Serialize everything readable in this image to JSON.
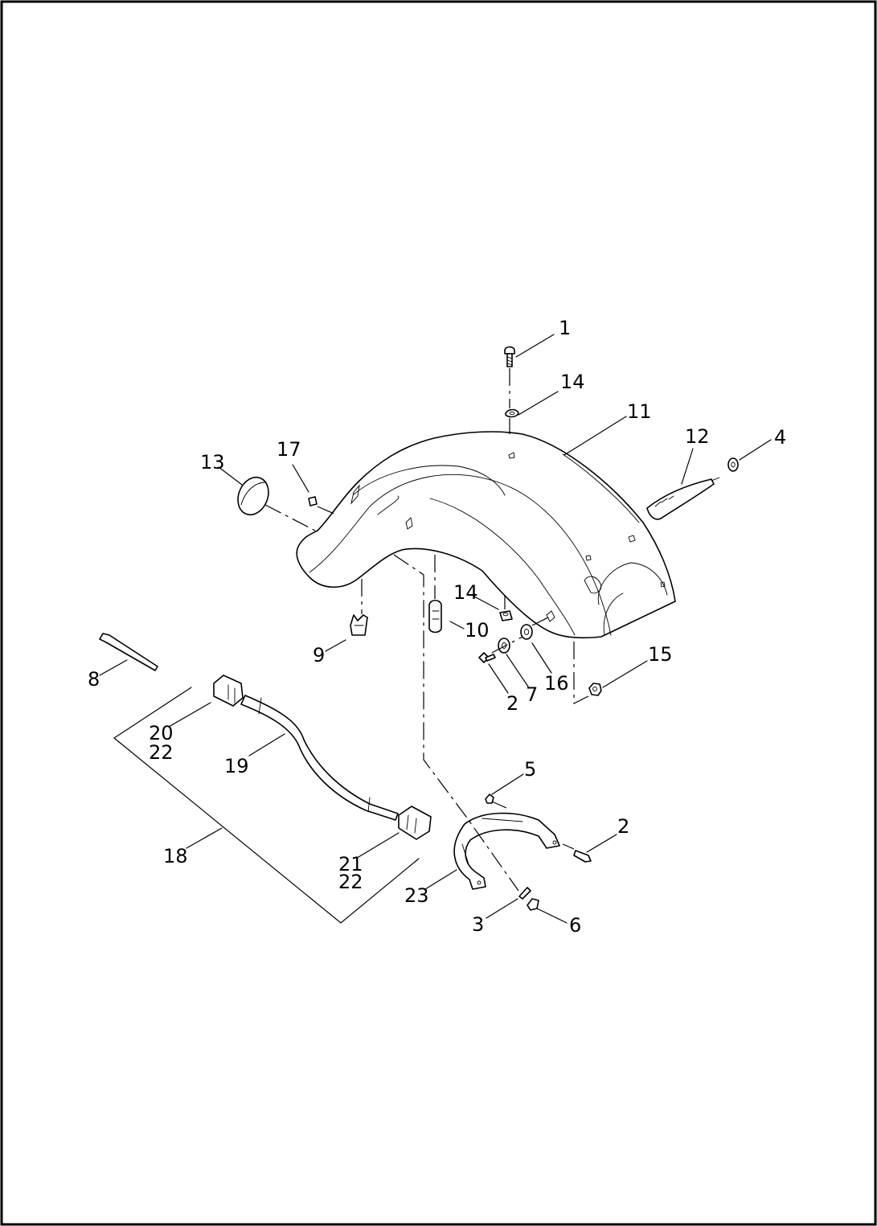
{
  "callouts": [
    {
      "id": "c1",
      "text": "1"
    },
    {
      "id": "c14a",
      "text": "14"
    },
    {
      "id": "c11",
      "text": "11"
    },
    {
      "id": "c12",
      "text": "12"
    },
    {
      "id": "c4",
      "text": "4"
    },
    {
      "id": "c13",
      "text": "13"
    },
    {
      "id": "c17",
      "text": "17"
    },
    {
      "id": "c14b",
      "text": "14"
    },
    {
      "id": "c10",
      "text": "10"
    },
    {
      "id": "c9",
      "text": "9"
    },
    {
      "id": "c8",
      "text": "8"
    },
    {
      "id": "c15",
      "text": "15"
    },
    {
      "id": "c16",
      "text": "16"
    },
    {
      "id": "c7",
      "text": "7"
    },
    {
      "id": "c2a",
      "text": "2"
    },
    {
      "id": "c20",
      "text": "20"
    },
    {
      "id": "c22a",
      "text": "22"
    },
    {
      "id": "c19",
      "text": "19"
    },
    {
      "id": "c5",
      "text": "5"
    },
    {
      "id": "c2b",
      "text": "2"
    },
    {
      "id": "c18",
      "text": "18"
    },
    {
      "id": "c21",
      "text": "21"
    },
    {
      "id": "c22b",
      "text": "22"
    },
    {
      "id": "c23",
      "text": "23"
    },
    {
      "id": "c3",
      "text": "3"
    },
    {
      "id": "c6",
      "text": "6"
    }
  ]
}
